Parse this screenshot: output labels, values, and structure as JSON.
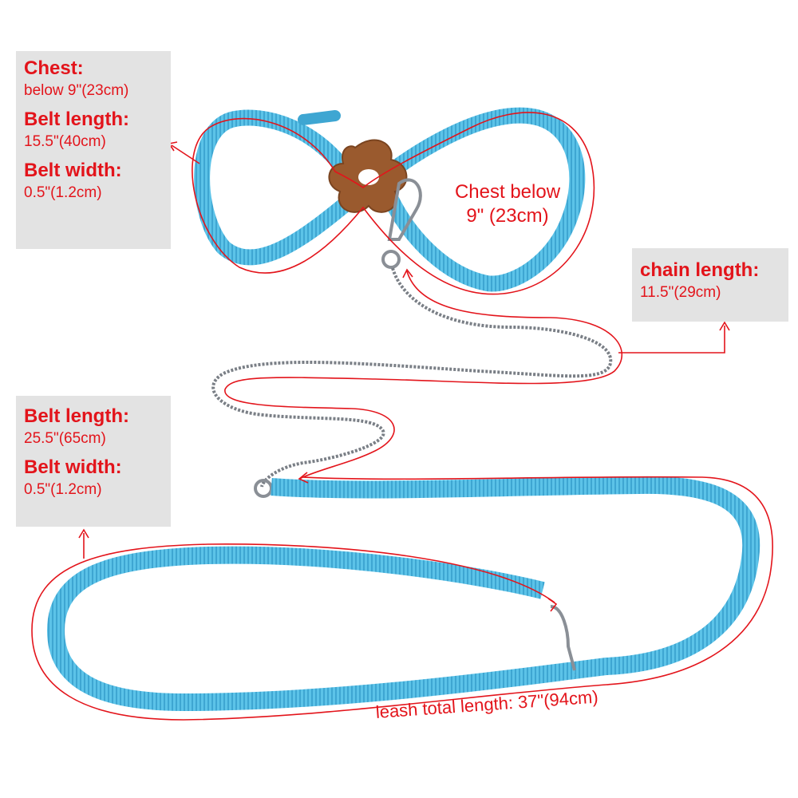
{
  "panels": {
    "chest_panel": {
      "chest_label": "Chest:",
      "chest_value": "below 9\"(23cm)",
      "belt_length_label": "Belt length:",
      "belt_length_value": "15.5\"(40cm)",
      "belt_width_label": "Belt width:",
      "belt_width_value": "0.5\"(1.2cm)"
    },
    "chain_panel": {
      "chain_length_label": "chain length:",
      "chain_length_value": "11.5\"(29cm)"
    },
    "leash_panel": {
      "belt_length_label": "Belt length:",
      "belt_length_value": "25.5\"(65cm)",
      "belt_width_label": "Belt width:",
      "belt_width_value": "0.5\"(1.2cm)"
    }
  },
  "annotations": {
    "chest_note_line1": "Chest below",
    "chest_note_line2": "9\" (23cm)",
    "leash_total": "leash total length: 37\"(94cm)"
  },
  "colors": {
    "annotation_red": "#e3141b",
    "strap_blue": "#5cc3e8",
    "buckle_brown": "#9a5a2e",
    "panel_gray": "#e3e3e3"
  }
}
